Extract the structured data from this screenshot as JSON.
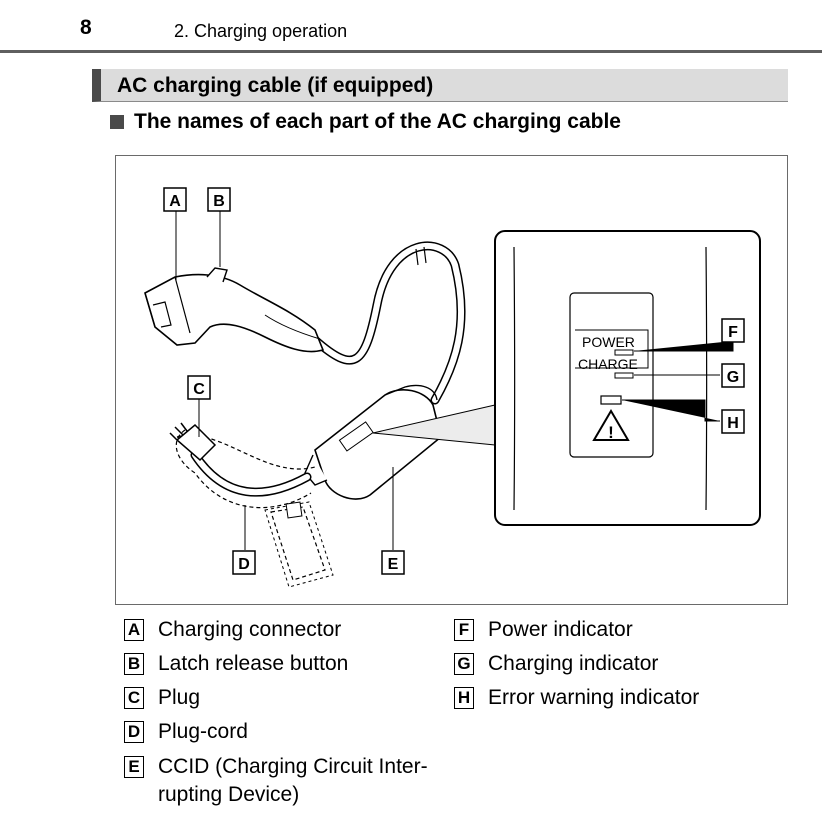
{
  "header": {
    "page_number": "8",
    "chapter": "2. Charging operation"
  },
  "section": {
    "title": "AC charging cable (if equipped)",
    "subheading": "The names of each part of the AC charging cable"
  },
  "figure": {
    "callouts": [
      "A",
      "B",
      "C",
      "D",
      "E",
      "F",
      "G",
      "H"
    ],
    "panel": {
      "power_text": "POWER",
      "charge_text": "CHARGE",
      "warning_glyph": "!"
    }
  },
  "legend": [
    {
      "letter": "A",
      "text": "Charging connector"
    },
    {
      "letter": "B",
      "text": "Latch release button"
    },
    {
      "letter": "C",
      "text": "Plug"
    },
    {
      "letter": "D",
      "text": "Plug-cord"
    },
    {
      "letter": "E",
      "text": "CCID (Charging Circuit Inter-",
      "text2": "rupting Device)"
    },
    {
      "letter": "F",
      "text": "Power indicator"
    },
    {
      "letter": "G",
      "text": "Charging indicator"
    },
    {
      "letter": "H",
      "text": "Error warning indicator"
    }
  ]
}
